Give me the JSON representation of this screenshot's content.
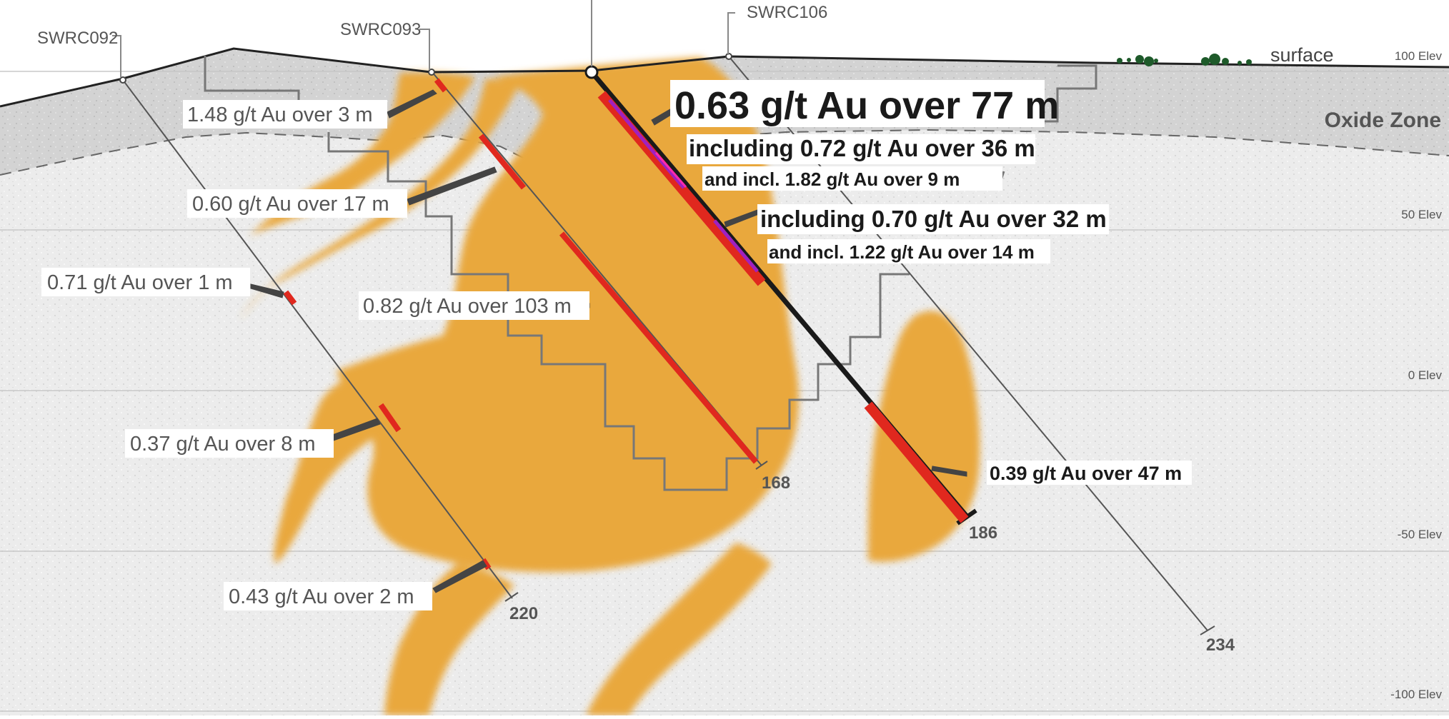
{
  "section": {
    "surface_label": "surface",
    "oxide_label": "Oxide Zone",
    "elevation_labels": [
      "100 Elev",
      "50 Elev",
      "0 Elev",
      "-50 Elev",
      "-100 Elev"
    ]
  },
  "drillholes": [
    {
      "name": "SWRC092",
      "end_depth": "220",
      "intercepts": [
        "0.60 g/t Au over 17 m",
        "0.71 g/t Au over 1 m",
        "0.37 g/t Au over 8 m",
        "0.43 g/t Au over 2 m"
      ]
    },
    {
      "name": "SWRC093",
      "end_depth": "168",
      "intercepts": [
        "1.48 g/t Au over 3 m",
        "0.82 g/t Au over 103 m"
      ]
    },
    {
      "name": "",
      "end_depth": "186",
      "intercepts": [
        "0.63 g/t Au over 77 m",
        "including 0.72 g/t Au over 36 m",
        "and incl. 1.82 g/t Au over 9 m",
        "including 0.70 g/t Au over 32 m",
        "and incl. 1.22 g/t Au over 14 m",
        "0.39 g/t Au over 47 m"
      ]
    },
    {
      "name": "SWRC106",
      "end_depth": "234",
      "intercepts": []
    }
  ],
  "colors": {
    "mineralization": "#e9a83c",
    "oxide": "#d4d4d4",
    "fresh_rock": "#ececec",
    "intercept": "#e0281e",
    "including": "#a020c0",
    "trace": "#777777"
  }
}
